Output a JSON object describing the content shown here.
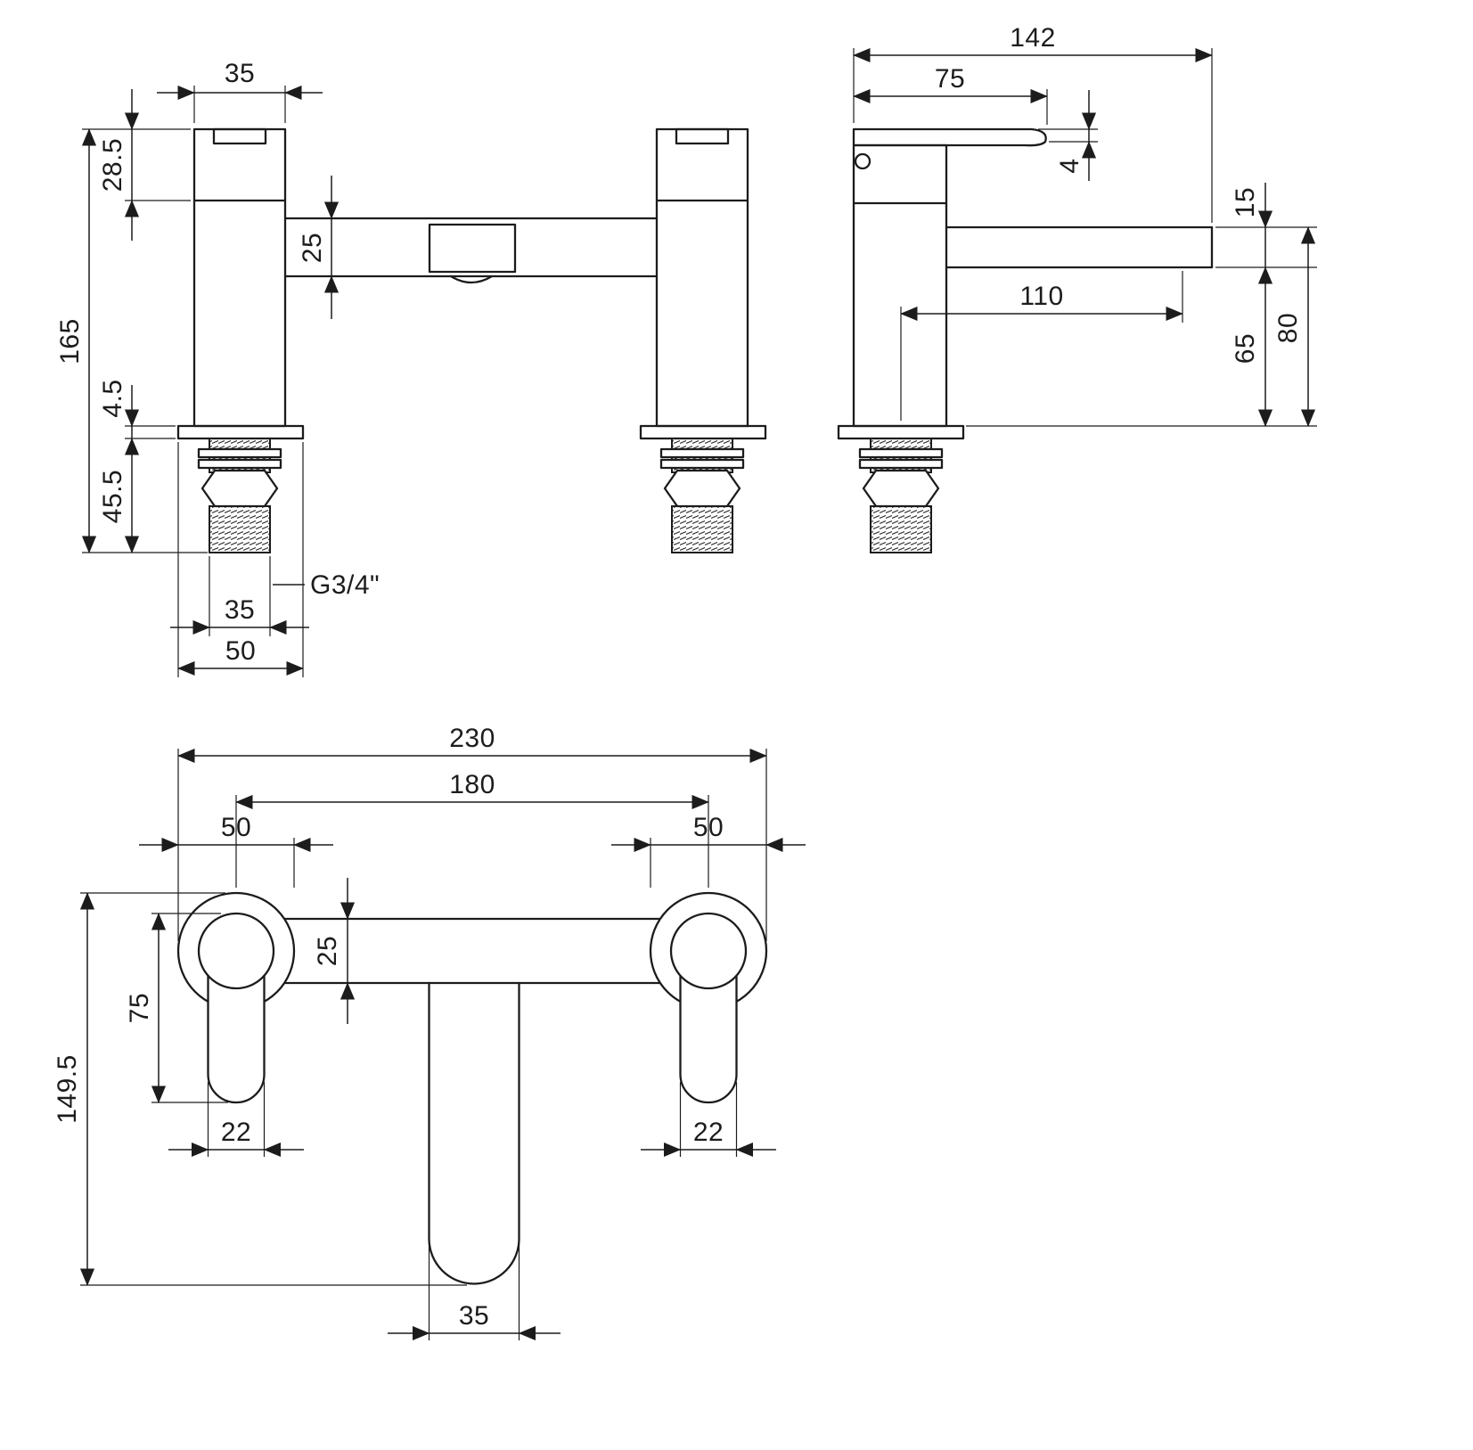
{
  "drawing": {
    "front": {
      "pillar_width": "35",
      "handle_height": "28.5",
      "overall_height": "165",
      "deck_thickness": "4.5",
      "shank_length": "45.5",
      "bridge_height": "25",
      "thread_spec": "G3/4\"",
      "thread_width": "35",
      "base_width": "50"
    },
    "side": {
      "overall_depth": "142",
      "handle_length": "75",
      "handle_thickness": "4",
      "spout_thickness": "15",
      "spout_reach": "110",
      "underside_height": "65",
      "top_height": "80"
    },
    "plan": {
      "overall_width": "230",
      "hole_centres": "180",
      "left_base": "50",
      "right_base": "50",
      "bridge_width": "25",
      "handle_reach": "75",
      "overall_depth": "149.5",
      "left_handle_width": "22",
      "right_handle_width": "22",
      "spout_width": "35"
    }
  }
}
